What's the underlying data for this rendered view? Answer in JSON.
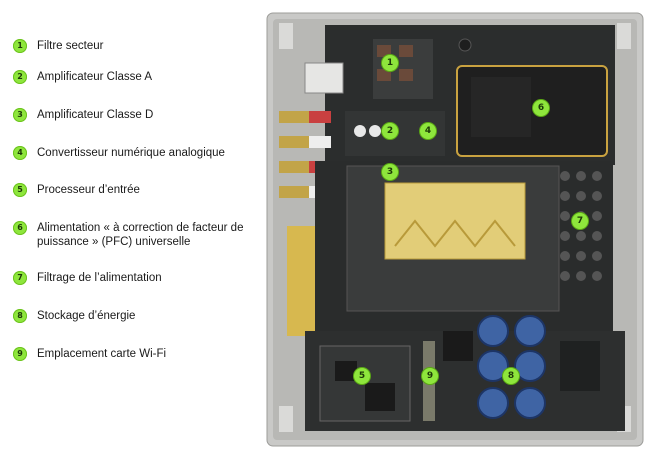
{
  "legend": [
    {
      "num": "1",
      "label": "Filtre secteur"
    },
    {
      "num": "2",
      "label": "Amplificateur Classe A"
    },
    {
      "num": "3",
      "label": "Amplificateur Classe D"
    },
    {
      "num": "4",
      "label": "Convertisseur numérique analogique"
    },
    {
      "num": "5",
      "label": "Processeur d’entrée"
    },
    {
      "num": "6",
      "label": "Alimentation « à correction de facteur de puissance » (PFC) universelle"
    },
    {
      "num": "7",
      "label": "Filtrage de l’alimentation"
    },
    {
      "num": "8",
      "label": "Stockage d’énergie"
    },
    {
      "num": "9",
      "label": "Emplacement carte Wi-Fi"
    }
  ],
  "callouts": [
    "1",
    "2",
    "3",
    "4",
    "5",
    "6",
    "7",
    "8",
    "9"
  ],
  "colors": {
    "badge": "#8ee63c",
    "board": "#2a2c2c",
    "chassis": "#c9c9c7",
    "amp_panel": "#e2cd78"
  }
}
